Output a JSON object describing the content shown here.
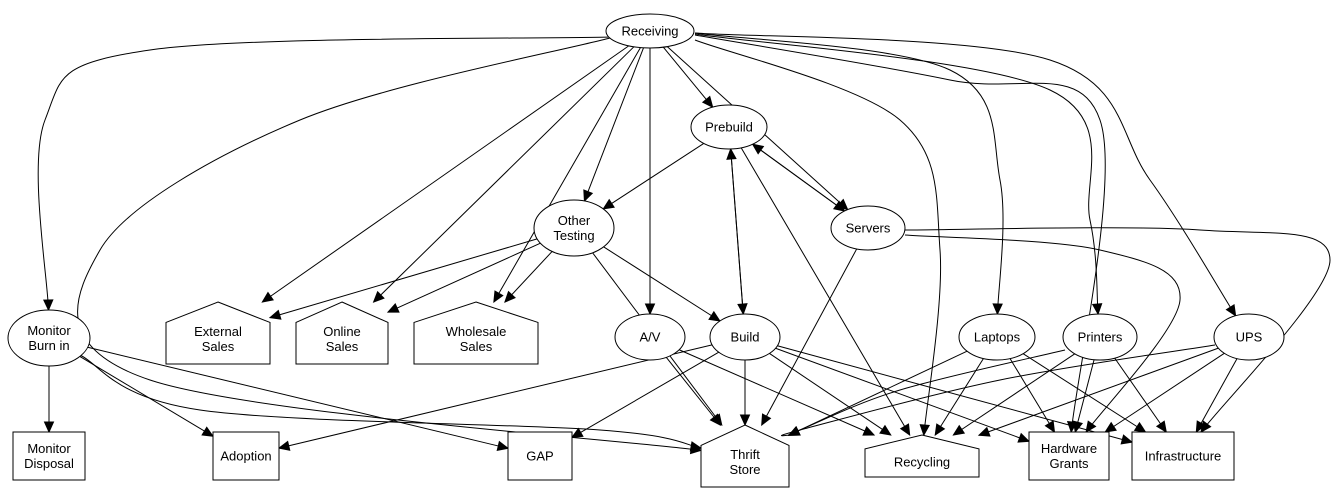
{
  "diagram": {
    "type": "directed-graph",
    "nodes": [
      {
        "id": "receiving",
        "label": [
          "Receiving"
        ],
        "shape": "ellipse"
      },
      {
        "id": "prebuild",
        "label": [
          "Prebuild"
        ],
        "shape": "ellipse"
      },
      {
        "id": "other_testing",
        "label": [
          "Other",
          "Testing"
        ],
        "shape": "ellipse"
      },
      {
        "id": "servers",
        "label": [
          "Servers"
        ],
        "shape": "ellipse"
      },
      {
        "id": "monitor_burn_in",
        "label": [
          "Monitor",
          "Burn in"
        ],
        "shape": "ellipse"
      },
      {
        "id": "external_sales",
        "label": [
          "External",
          "Sales"
        ],
        "shape": "house"
      },
      {
        "id": "online_sales",
        "label": [
          "Online",
          "Sales"
        ],
        "shape": "house"
      },
      {
        "id": "wholesale_sales",
        "label": [
          "Wholesale",
          "Sales"
        ],
        "shape": "house"
      },
      {
        "id": "av",
        "label": [
          "A/V"
        ],
        "shape": "ellipse"
      },
      {
        "id": "build",
        "label": [
          "Build"
        ],
        "shape": "ellipse"
      },
      {
        "id": "laptops",
        "label": [
          "Laptops"
        ],
        "shape": "ellipse"
      },
      {
        "id": "printers",
        "label": [
          "Printers"
        ],
        "shape": "ellipse"
      },
      {
        "id": "ups",
        "label": [
          "UPS"
        ],
        "shape": "ellipse"
      },
      {
        "id": "monitor_disposal",
        "label": [
          "Monitor",
          "Disposal"
        ],
        "shape": "box"
      },
      {
        "id": "adoption",
        "label": [
          "Adoption"
        ],
        "shape": "box"
      },
      {
        "id": "gap",
        "label": [
          "GAP"
        ],
        "shape": "box"
      },
      {
        "id": "thrift_store",
        "label": [
          "Thrift",
          "Store"
        ],
        "shape": "house"
      },
      {
        "id": "recycling",
        "label": [
          "Recycling"
        ],
        "shape": "house"
      },
      {
        "id": "hardware_grants",
        "label": [
          "Hardware",
          "Grants"
        ],
        "shape": "box"
      },
      {
        "id": "infrastructure",
        "label": [
          "Infrastructure"
        ],
        "shape": "box"
      }
    ],
    "edges": [
      [
        "receiving",
        "monitor_burn_in"
      ],
      [
        "receiving",
        "thrift_store"
      ],
      [
        "receiving",
        "external_sales"
      ],
      [
        "receiving",
        "online_sales"
      ],
      [
        "receiving",
        "wholesale_sales"
      ],
      [
        "receiving",
        "other_testing"
      ],
      [
        "receiving",
        "av"
      ],
      [
        "receiving",
        "prebuild"
      ],
      [
        "receiving",
        "servers"
      ],
      [
        "receiving",
        "recycling"
      ],
      [
        "receiving",
        "laptops"
      ],
      [
        "receiving",
        "printers"
      ],
      [
        "receiving",
        "ups"
      ],
      [
        "receiving",
        "hardware_grants"
      ],
      [
        "prebuild",
        "other_testing"
      ],
      [
        "prebuild",
        "servers"
      ],
      [
        "prebuild",
        "build"
      ],
      [
        "prebuild",
        "recycling"
      ],
      [
        "servers",
        "prebuild"
      ],
      [
        "servers",
        "thrift_store"
      ],
      [
        "servers",
        "hardware_grants"
      ],
      [
        "servers",
        "infrastructure"
      ],
      [
        "build",
        "prebuild"
      ],
      [
        "other_testing",
        "external_sales"
      ],
      [
        "other_testing",
        "online_sales"
      ],
      [
        "other_testing",
        "wholesale_sales"
      ],
      [
        "other_testing",
        "build"
      ],
      [
        "other_testing",
        "thrift_store"
      ],
      [
        "monitor_burn_in",
        "monitor_disposal"
      ],
      [
        "monitor_burn_in",
        "adoption"
      ],
      [
        "monitor_burn_in",
        "gap"
      ],
      [
        "monitor_burn_in",
        "thrift_store"
      ],
      [
        "av",
        "thrift_store"
      ],
      [
        "av",
        "recycling"
      ],
      [
        "build",
        "adoption"
      ],
      [
        "build",
        "gap"
      ],
      [
        "build",
        "thrift_store"
      ],
      [
        "build",
        "recycling"
      ],
      [
        "build",
        "hardware_grants"
      ],
      [
        "build",
        "infrastructure"
      ],
      [
        "laptops",
        "thrift_store"
      ],
      [
        "laptops",
        "recycling"
      ],
      [
        "laptops",
        "hardware_grants"
      ],
      [
        "laptops",
        "infrastructure"
      ],
      [
        "printers",
        "thrift_store"
      ],
      [
        "printers",
        "recycling"
      ],
      [
        "printers",
        "hardware_grants"
      ],
      [
        "printers",
        "infrastructure"
      ],
      [
        "ups",
        "thrift_store"
      ],
      [
        "ups",
        "recycling"
      ],
      [
        "ups",
        "hardware_grants"
      ],
      [
        "ups",
        "infrastructure"
      ]
    ]
  }
}
